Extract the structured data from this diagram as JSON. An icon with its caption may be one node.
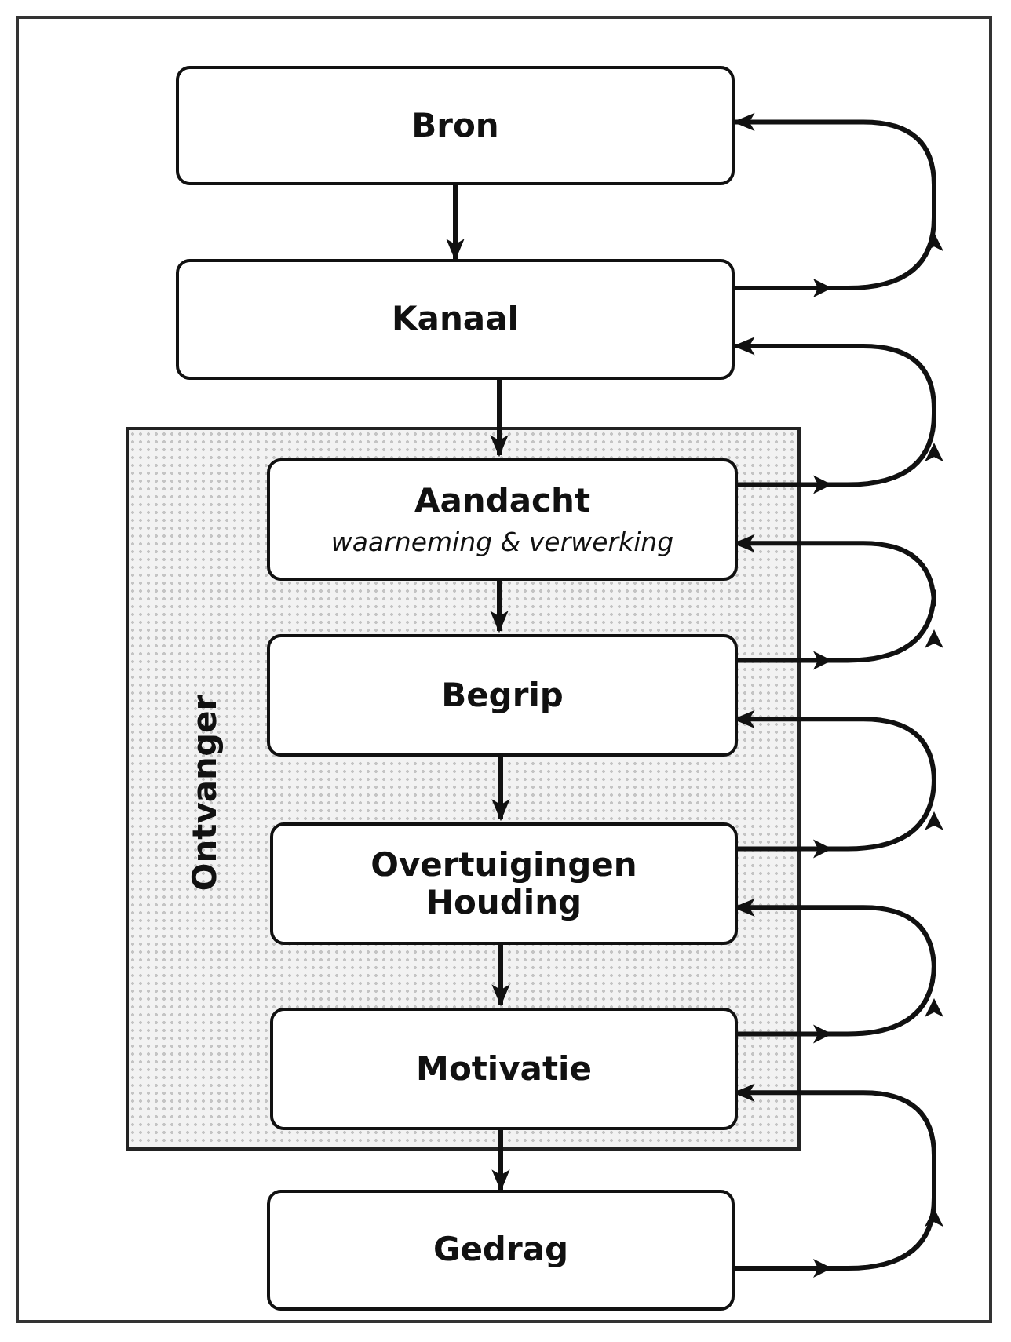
{
  "diagram": {
    "nodes": [
      {
        "text": [
          "Bron"
        ]
      },
      {
        "text": [
          "Kanaal"
        ]
      },
      {
        "text": [
          "Ontvanger"
        ]
      },
      {
        "text": [
          "Aandacht",
          "waarneming & verwerking"
        ],
        "in": 2
      },
      {
        "text": [
          "Begrip"
        ],
        "in": 2
      },
      {
        "text": [
          "Overtuigingen Houding"
        ],
        "in": 2
      },
      {
        "text": [
          "Motivatie"
        ],
        "in": 2
      },
      {
        "text": [
          "Gedrag"
        ]
      }
    ],
    "edges": [
      {
        "from": 0,
        "to": 1,
        "arrow": "to"
      },
      {
        "from": 1,
        "to": 3,
        "arrow": "to"
      },
      {
        "from": 3,
        "to": 4,
        "arrow": "to"
      },
      {
        "from": 4,
        "to": 5,
        "arrow": "to"
      },
      {
        "from": 5,
        "to": 6,
        "arrow": "to"
      },
      {
        "from": 6,
        "to": 7,
        "arrow": "to"
      },
      {
        "from": 1,
        "to": 0,
        "arrow": "to"
      },
      {
        "from": 3,
        "to": 1,
        "arrow": "to"
      },
      {
        "from": 4,
        "to": 3,
        "arrow": "to"
      },
      {
        "from": 5,
        "to": 4,
        "arrow": "to"
      },
      {
        "from": 6,
        "to": 5,
        "arrow": "to"
      },
      {
        "from": 7,
        "to": 6,
        "arrow": "to"
      }
    ]
  }
}
